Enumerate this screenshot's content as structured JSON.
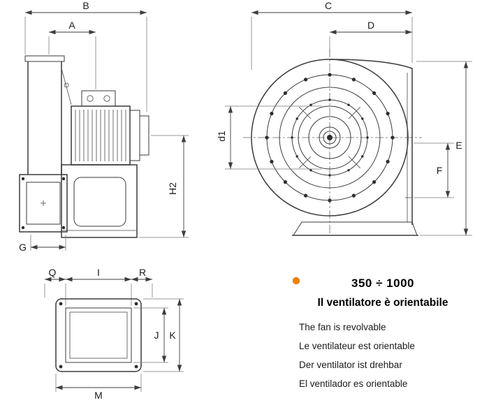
{
  "side_view": {
    "dims": {
      "b": "B",
      "a": "A",
      "h2": "H2",
      "g": "G"
    }
  },
  "front_view": {
    "dims": {
      "c": "C",
      "d": "D",
      "d1": "d1",
      "e": "E",
      "f": "F"
    }
  },
  "flange_view": {
    "dims": {
      "q": "Q",
      "i": "I",
      "r": "R",
      "j": "J",
      "k": "K",
      "m": "M"
    }
  },
  "info": {
    "range": "350 ÷ 1000",
    "subtitle": "Il ventilatore è orientabile",
    "bullets": [
      {
        "color": "#1181c3",
        "text": "The fan is revolvable"
      },
      {
        "color": "#c51a1b",
        "text": "Le ventilateur est orientable"
      },
      {
        "color": "#a2432a",
        "text": "Der ventilator ist drehbar"
      },
      {
        "color": "#f08200",
        "text": "El ventilador es orientable"
      }
    ]
  }
}
